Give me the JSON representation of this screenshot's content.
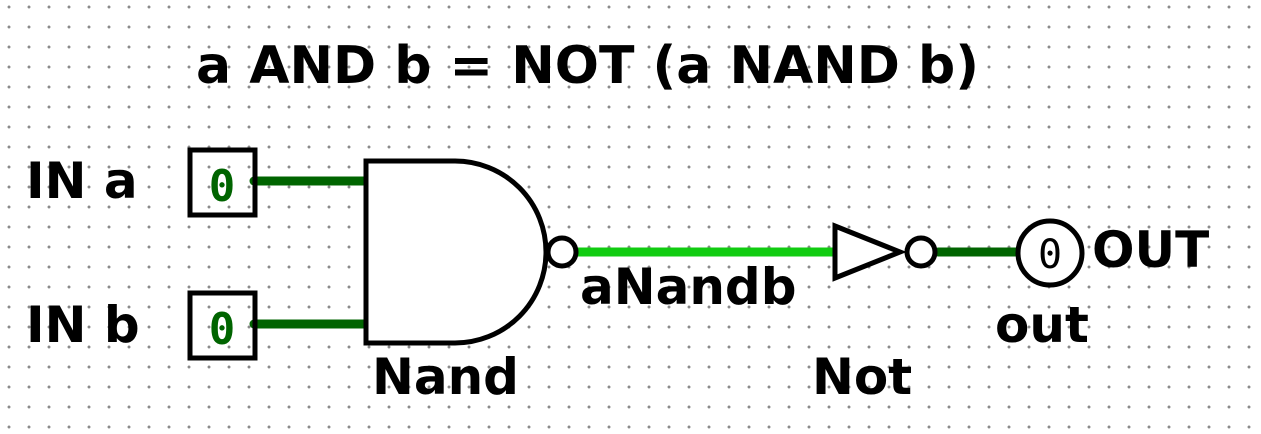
{
  "title": "a AND b = NOT (a NAND b)",
  "inputs": [
    {
      "label": "IN a",
      "value": "0"
    },
    {
      "label": "IN b",
      "value": "0"
    }
  ],
  "gates": {
    "nand_label": "Nand",
    "not_label": "Not"
  },
  "wires": {
    "internal_label": "aNandb"
  },
  "output": {
    "label": "OUT",
    "name": "out",
    "value": "0"
  },
  "colors": {
    "wire_low": "#006400",
    "wire_signal": "#11cc11",
    "pin_value": "#006400"
  }
}
